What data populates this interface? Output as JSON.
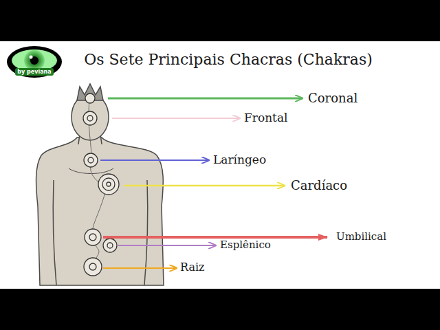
{
  "diagram": {
    "title": "Os Sete Principais Chacras (Chakras)",
    "labels": [
      "by peviana",
      "Coronal",
      "Frontal",
      "Laríngeo",
      "Cardíaco",
      "Umbilical",
      "Esplênico",
      "Raiz"
    ]
  }
}
